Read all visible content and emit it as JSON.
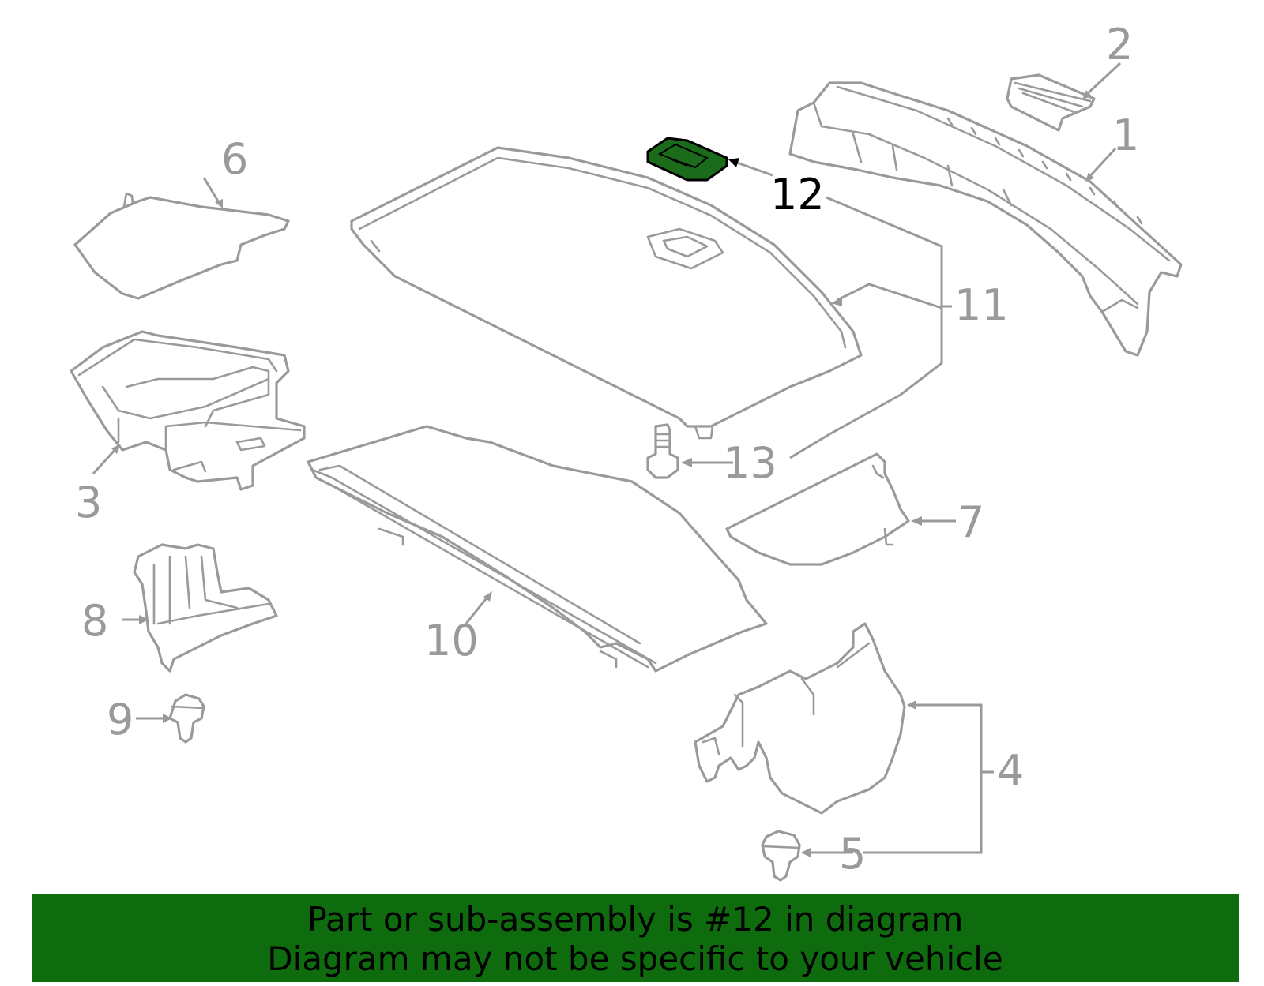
{
  "callouts": {
    "c1": "1",
    "c2": "2",
    "c3": "3",
    "c4": "4",
    "c5": "5",
    "c6": "6",
    "c7": "7",
    "c8": "8",
    "c9": "9",
    "c10": "10",
    "c11": "11",
    "c12": "12",
    "c13": "13"
  },
  "highlight": {
    "part": "12",
    "fill": "#1a6b1a",
    "outline": "#000000"
  },
  "part_color": "#9a9a9a",
  "banner": {
    "line1": "Part or sub-assembly is #12 in diagram",
    "line2": "Diagram may not be specific to your vehicle",
    "background": "#0e6b0e"
  }
}
